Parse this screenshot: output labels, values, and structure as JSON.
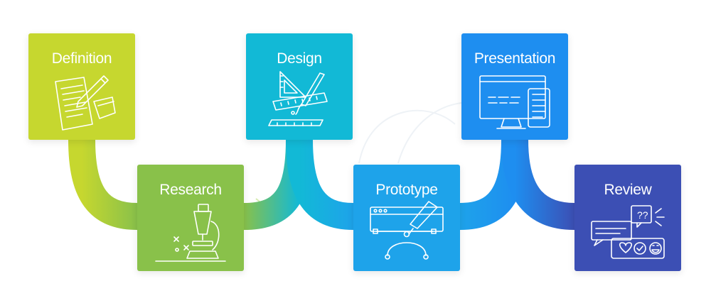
{
  "steps": [
    {
      "label": "Definition",
      "color": "#c6d72f",
      "icon": "document-pencil-icon"
    },
    {
      "label": "Research",
      "color": "#89c14a",
      "icon": "microscope-icon"
    },
    {
      "label": "Design",
      "color": "#12b9d6",
      "icon": "ruler-brush-icon"
    },
    {
      "label": "Prototype",
      "color": "#1ea3ea",
      "icon": "pen-tool-icon"
    },
    {
      "label": "Presentation",
      "color": "#1e8ef0",
      "icon": "monitor-tablet-icon"
    },
    {
      "label": "Review",
      "color": "#3c4fb4",
      "icon": "chat-feedback-icon"
    }
  ],
  "review_icon_text": "??"
}
